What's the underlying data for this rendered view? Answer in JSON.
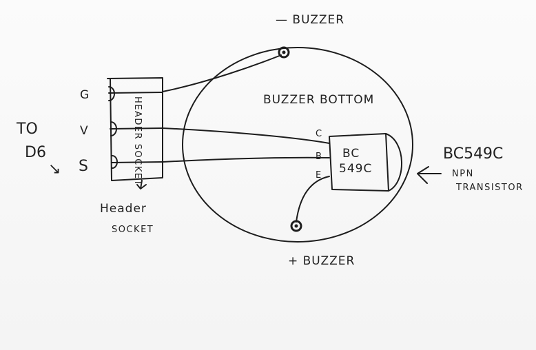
{
  "labels": {
    "minus_buzzer": "— BUZZER",
    "buzzer_bottom": "BUZZER BOTTOM",
    "plus_buzzer": "+ BUZZER",
    "pin_g": "G",
    "pin_v": "V",
    "pin_s": "S",
    "to": "TO",
    "d6": "D6",
    "arrow": "↘",
    "header_socket_vertical": "HEADER SOCKET",
    "header_caption_1": "Header",
    "header_caption_2": "SOCKET",
    "pin_c": "C",
    "pin_b": "B",
    "pin_e": "E",
    "transistor_line1": "BC",
    "transistor_line2": "549C",
    "part_name": "BC549C",
    "part_type_1": "NPN",
    "part_type_2": "TRANSISTOR"
  }
}
